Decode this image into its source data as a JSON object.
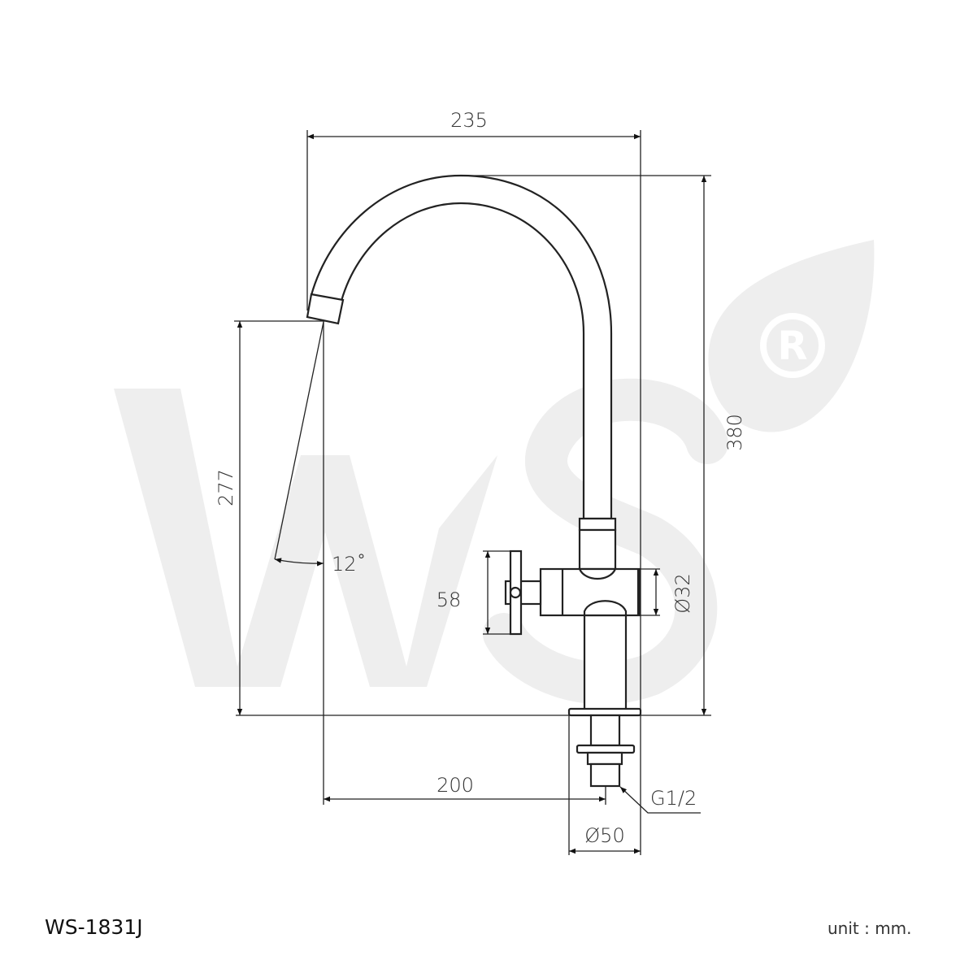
{
  "model": "WS-1831J",
  "unit_label": "unit : mm.",
  "watermark": {
    "text": "WS",
    "mark": "®",
    "color": "#eeeeee"
  },
  "dimensions": {
    "overall_width": "235",
    "overall_height": "380",
    "spout_height": "277",
    "spout_reach": "200",
    "handle_height": "58",
    "body_diameter": "Ø32",
    "base_diameter": "Ø50",
    "thread": "G1/2",
    "spout_angle": "12˚"
  }
}
